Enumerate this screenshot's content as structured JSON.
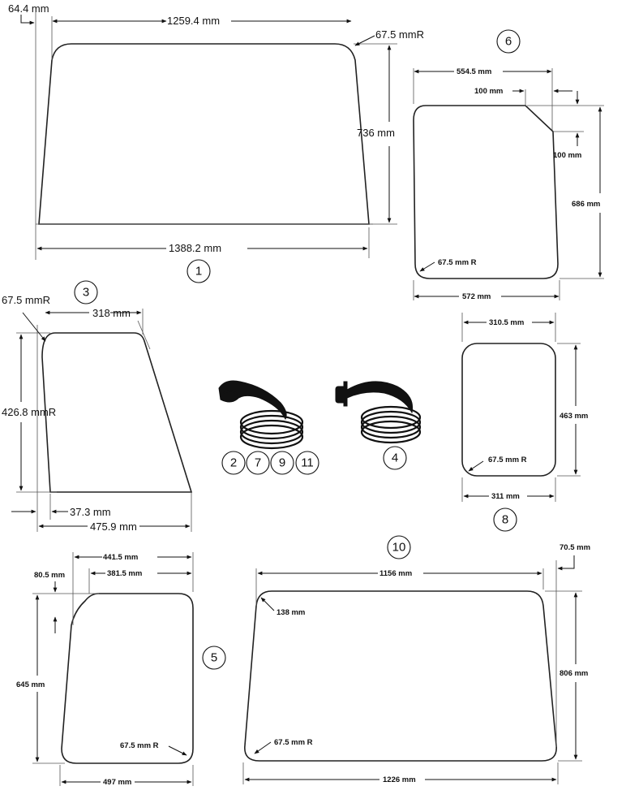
{
  "parts": {
    "p1": {
      "number": "1",
      "dims": {
        "offset": "64.4 mm",
        "top": "1259.4 mm",
        "radius": "67.5 mmR",
        "height": "736 mm",
        "bottom": "1388.2 mm"
      }
    },
    "p3": {
      "number": "3",
      "dims": {
        "radius": "67.5 mmR",
        "top": "318 mm",
        "height": "426.8 mmR",
        "offset": "37.3 mm",
        "bottom": "475.9 mm"
      }
    },
    "p5": {
      "number": "5",
      "dims": {
        "top_outer": "441.5 mm",
        "offset_left": "80.5 mm",
        "top_inner": "381.5 mm",
        "height": "645 mm",
        "radius": "67.5 mm R",
        "bottom": "497 mm"
      }
    },
    "p6": {
      "number": "6",
      "dims": {
        "top": "554.5 mm",
        "chamfer_horizontal": "100 mm",
        "chamfer_vertical": "100 mm",
        "height": "686 mm",
        "radius": "67.5 mm R",
        "bottom": "572 mm"
      }
    },
    "p8": {
      "number": "8",
      "dims": {
        "top": "310.5 mm",
        "height": "463 mm",
        "radius": "67.5 mm R",
        "bottom": "311 mm"
      }
    },
    "p10": {
      "number": "10",
      "dims": {
        "top": "1156 mm",
        "offset_right": "70.5 mm",
        "corner": "138 mm",
        "height": "806 mm",
        "radius": "67.5 mm R",
        "bottom": "1226 mm"
      }
    }
  },
  "seals": {
    "seal_a": {
      "numbers": [
        "2",
        "7",
        "9",
        "11"
      ]
    },
    "seal_b": {
      "numbers": [
        "4"
      ]
    }
  }
}
